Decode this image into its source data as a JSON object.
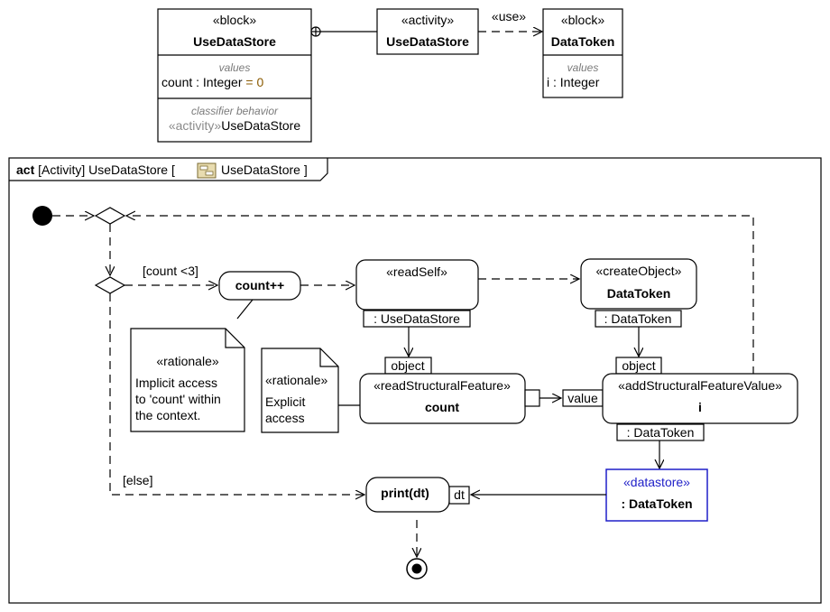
{
  "block_diagram": {
    "block1": {
      "stereotype": "«block»",
      "name": "UseDataStore",
      "values_header": "values",
      "attr_name": "count",
      "attr_sep": " : ",
      "attr_type": "Integer",
      "attr_default": " = 0",
      "behavior_header": "classifier behavior",
      "behavior_stereo": "«activity»",
      "behavior_name": "UseDataStore"
    },
    "activity": {
      "stereotype": "«activity»",
      "name": "UseDataStore"
    },
    "use_label": "«use»",
    "block2": {
      "stereotype": "«block»",
      "name": "DataToken",
      "values_header": "values",
      "attr_name": "i",
      "attr_sep": " : ",
      "attr_type": "Integer"
    }
  },
  "activity_diagram": {
    "frame": {
      "kind": "act",
      "open": "[Activity] UseDataStore [",
      "ref": "UseDataStore",
      "close": "]"
    },
    "guards": {
      "loop": "[count <3]",
      "else": "[else]"
    },
    "count_action": "count++",
    "read_self": {
      "stereotype": "«readSelf»",
      "pin": ": UseDataStore"
    },
    "create_object": {
      "stereotype": "«createObject»",
      "name": "DataToken",
      "pin": ": DataToken"
    },
    "read_feature": {
      "stereotype": "«readStructuralFeature»",
      "name": "count",
      "pin_in": "object"
    },
    "add_value": {
      "stereotype": "«addStructuralFeatureValue»",
      "name": "i",
      "pin_in": "object",
      "pin_value": "value",
      "pin_out": ": DataToken"
    },
    "note_implicit": {
      "stereotype": "«rationale»",
      "line1": "Implicit access",
      "line2": "to 'count' within",
      "line3": "the context."
    },
    "note_explicit": {
      "stereotype": "«rationale»",
      "line1": "Explicit",
      "line2": "access"
    },
    "datastore": {
      "stereotype": "«datastore»",
      "name": ": DataToken"
    },
    "print": {
      "name": "print(dt)",
      "pin": "dt"
    }
  }
}
